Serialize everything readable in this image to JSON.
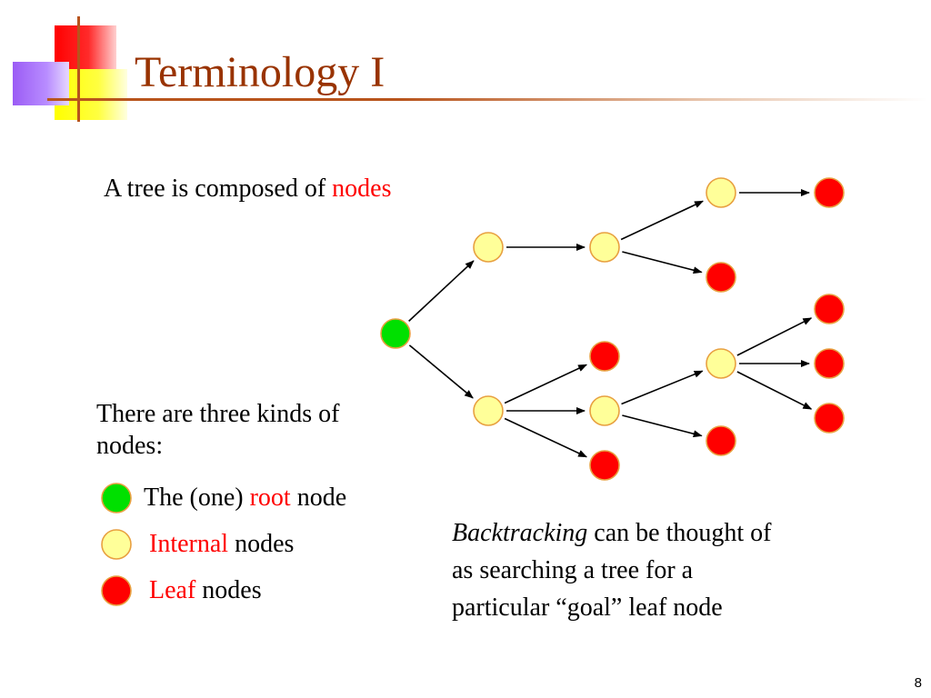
{
  "slide": {
    "title": "Terminology I",
    "page_number": "8"
  },
  "tree_caption": {
    "text": "A tree is composed of ",
    "highlight": "nodes"
  },
  "kinds_intro": {
    "line1": "There are three kinds of",
    "line2": "nodes:"
  },
  "legend": {
    "root": {
      "prefix": "The (one) ",
      "highlight": "root",
      "suffix": " node"
    },
    "internal": {
      "highlight": "Internal",
      "suffix": " nodes"
    },
    "leaf": {
      "highlight": "Leaf",
      "suffix": " nodes"
    }
  },
  "backtracking": {
    "emphasis": "Backtracking",
    "line1_rest": " can be thought of",
    "line2": "as searching a tree for a",
    "line3": "particular “goal” leaf node"
  },
  "colors": {
    "title": "#993300",
    "highlight": "#ff0000",
    "root_node": "#00e000",
    "internal_node": "#ffff99",
    "leaf_node": "#ff0000",
    "node_outline": "#e8a040",
    "accent_rule": "#b8541c"
  },
  "diagram": {
    "node_kinds": [
      "root",
      "internal",
      "leaf"
    ],
    "nodes": [
      {
        "id": "root",
        "kind": "root"
      },
      {
        "id": "a",
        "kind": "internal"
      },
      {
        "id": "b",
        "kind": "internal"
      },
      {
        "id": "c",
        "kind": "internal"
      },
      {
        "id": "d",
        "kind": "internal"
      },
      {
        "id": "e",
        "kind": "internal"
      },
      {
        "id": "f",
        "kind": "internal"
      },
      {
        "id": "l1",
        "kind": "leaf"
      },
      {
        "id": "l2",
        "kind": "leaf"
      },
      {
        "id": "l3",
        "kind": "leaf"
      },
      {
        "id": "l4",
        "kind": "leaf"
      },
      {
        "id": "l5",
        "kind": "leaf"
      },
      {
        "id": "l6",
        "kind": "leaf"
      },
      {
        "id": "l7",
        "kind": "leaf"
      },
      {
        "id": "l8",
        "kind": "leaf"
      }
    ],
    "edges": [
      [
        "root",
        "a"
      ],
      [
        "root",
        "d"
      ],
      [
        "a",
        "b"
      ],
      [
        "b",
        "c"
      ],
      [
        "b",
        "l2"
      ],
      [
        "c",
        "l1"
      ],
      [
        "d",
        "l3"
      ],
      [
        "d",
        "e"
      ],
      [
        "d",
        "l4"
      ],
      [
        "e",
        "f"
      ],
      [
        "e",
        "l5"
      ],
      [
        "f",
        "l6"
      ],
      [
        "f",
        "l7"
      ],
      [
        "f",
        "l8"
      ]
    ]
  }
}
